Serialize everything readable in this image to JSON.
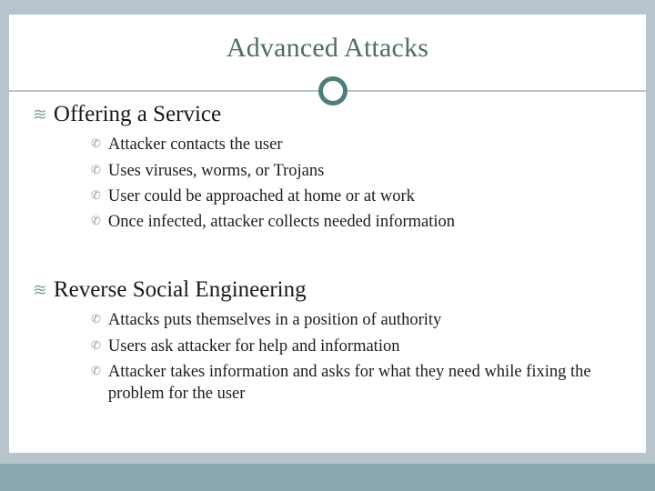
{
  "slide": {
    "title": "Advanced Attacks",
    "accent_color": "#4e6a6a",
    "band_color": "#b6c5cc",
    "footer_band_color": "#8ba8ae",
    "bullet_glyph": "≋",
    "sub_bullet_glyph": "✆",
    "sections": [
      {
        "heading": "Offering a Service",
        "items": [
          "Attacker contacts the user",
          "Uses viruses, worms, or Trojans",
          "User could be approached at home or at work",
          "Once infected, attacker collects needed information"
        ]
      },
      {
        "heading": "Reverse Social Engineering",
        "items": [
          "Attacks puts themselves in a position of authority",
          "Users ask attacker for help and information",
          "Attacker takes information and asks for what they need while fixing the problem for the user"
        ]
      }
    ]
  }
}
